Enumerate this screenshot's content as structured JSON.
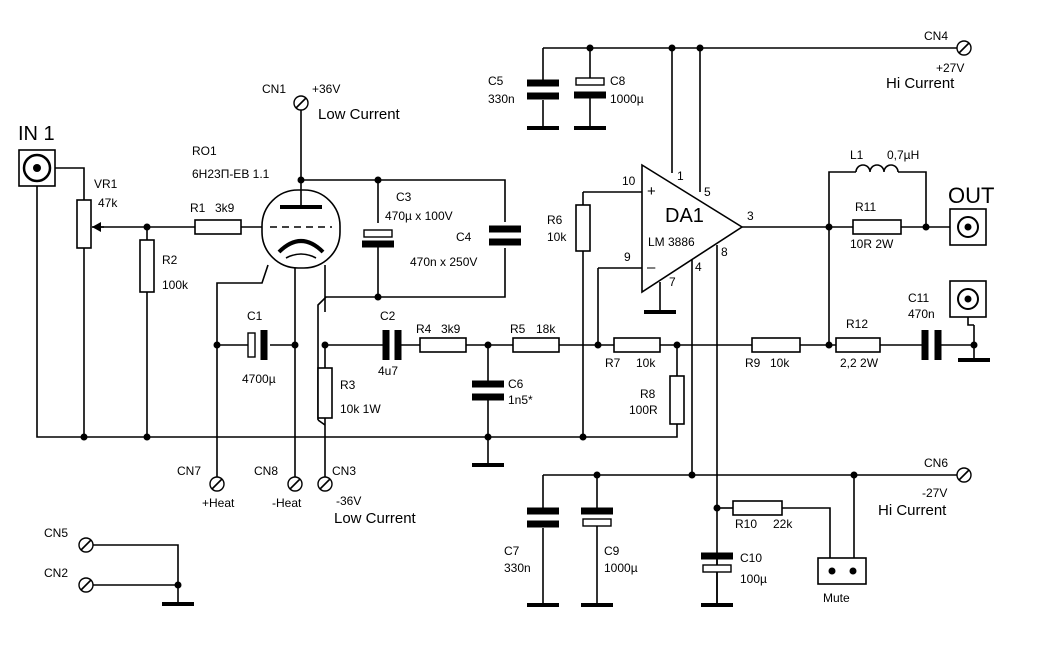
{
  "inputs": {
    "in1": "IN 1"
  },
  "outputs": {
    "out": "OUT"
  },
  "connectors": {
    "cn1": {
      "ref": "CN1",
      "label": "+36V",
      "desc": "Low Current"
    },
    "cn2": {
      "ref": "CN2"
    },
    "cn3": {
      "ref": "CN3",
      "label": "-36V",
      "desc": "Low Current"
    },
    "cn4": {
      "ref": "CN4",
      "label": "+27V",
      "desc": "Hi Current"
    },
    "cn5": {
      "ref": "CN5"
    },
    "cn6": {
      "ref": "CN6",
      "label": "-27V",
      "desc": "Hi Current"
    },
    "cn7": {
      "ref": "CN7",
      "label": "+Heat"
    },
    "cn8": {
      "ref": "CN8",
      "label": "-Heat"
    }
  },
  "tube": {
    "ref": "RO1",
    "type": "6Н23П-ЕВ 1.1"
  },
  "opamp": {
    "ref": "DA1",
    "type": "LM 3886",
    "pins": [
      "10",
      "9",
      "1",
      "5",
      "3",
      "4",
      "8",
      "7"
    ],
    "plus": "+",
    "minus": "–"
  },
  "components": {
    "vr1": {
      "ref": "VR1",
      "value": "47k"
    },
    "r1": {
      "ref": "R1",
      "value": "3k9"
    },
    "r2": {
      "ref": "R2",
      "value": "100k"
    },
    "r3": {
      "ref": "R3",
      "value": "10k  1W"
    },
    "r4": {
      "ref": "R4",
      "value": "3k9"
    },
    "r5": {
      "ref": "R5",
      "value": "18k"
    },
    "r6": {
      "ref": "R6",
      "value": "10k"
    },
    "r7": {
      "ref": "R7",
      "value": "10k"
    },
    "r8": {
      "ref": "R8",
      "value": "100R"
    },
    "r9": {
      "ref": "R9",
      "value": "10k"
    },
    "r10": {
      "ref": "R10",
      "value": "22k"
    },
    "r11": {
      "ref": "R11",
      "value": "10R  2W"
    },
    "r12": {
      "ref": "R12",
      "value": "2,2  2W"
    },
    "l1": {
      "ref": "L1",
      "value": "0,7µH"
    },
    "c1": {
      "ref": "C1",
      "value": "4700µ"
    },
    "c2": {
      "ref": "C2",
      "value": "4u7"
    },
    "c3": {
      "ref": "C3",
      "value": "470µ x 100V"
    },
    "c4": {
      "ref": "C4",
      "value": "470n x 250V"
    },
    "c5": {
      "ref": "C5",
      "value": "330n"
    },
    "c6": {
      "ref": "C6",
      "value": "1n5*"
    },
    "c7": {
      "ref": "C7",
      "value": "330n"
    },
    "c8": {
      "ref": "C8",
      "value": "1000µ"
    },
    "c9": {
      "ref": "C9",
      "value": "1000µ"
    },
    "c10": {
      "ref": "C10",
      "value": "100µ"
    },
    "c11": {
      "ref": "C11",
      "value": "470n"
    }
  },
  "mute": {
    "label": "Mute"
  }
}
